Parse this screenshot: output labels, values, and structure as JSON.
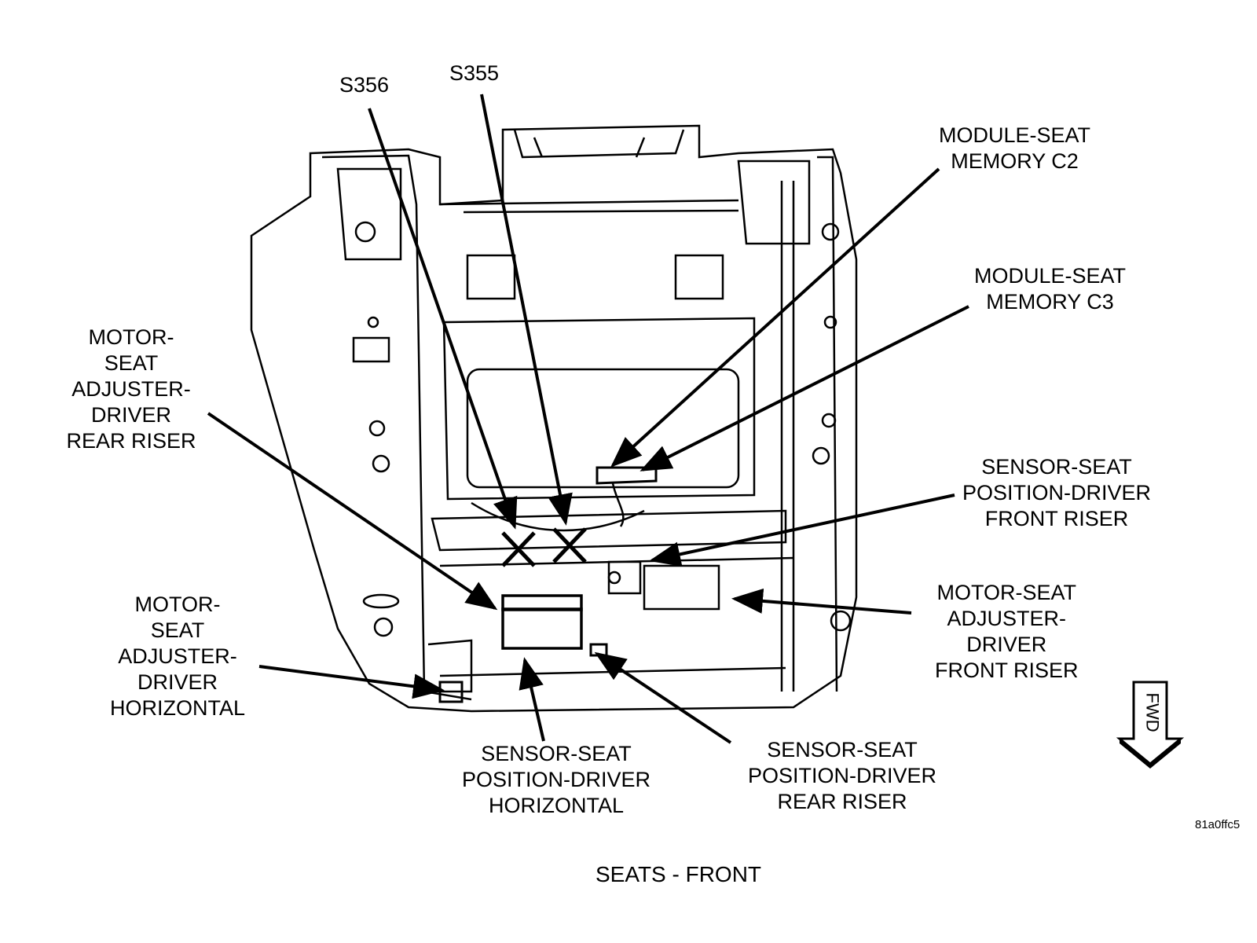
{
  "figure": {
    "caption": "SEATS - FRONT",
    "image_code": "81a0ffc5",
    "fwd_label": "FWD"
  },
  "callouts": {
    "s356": {
      "lines": [
        "S356"
      ]
    },
    "s355": {
      "lines": [
        "S355"
      ]
    },
    "module_c2": {
      "lines": [
        "MODULE-SEAT",
        "MEMORY C2"
      ]
    },
    "module_c3": {
      "lines": [
        "MODULE-SEAT",
        "MEMORY C3"
      ]
    },
    "motor_rear_riser": {
      "lines": [
        "MOTOR-",
        "SEAT",
        "ADJUSTER-",
        "DRIVER",
        "REAR RISER"
      ]
    },
    "sensor_front_riser": {
      "lines": [
        "SENSOR-SEAT",
        "POSITION-DRIVER",
        "FRONT RISER"
      ]
    },
    "motor_front_riser": {
      "lines": [
        "MOTOR-SEAT",
        "ADJUSTER-",
        "DRIVER",
        "FRONT RISER"
      ]
    },
    "motor_horizontal": {
      "lines": [
        "MOTOR-",
        "SEAT",
        "ADJUSTER-",
        "DRIVER",
        "HORIZONTAL"
      ]
    },
    "sensor_horizontal": {
      "lines": [
        "SENSOR-SEAT",
        "POSITION-DRIVER",
        "HORIZONTAL"
      ]
    },
    "sensor_rear_riser": {
      "lines": [
        "SENSOR-SEAT",
        "POSITION-DRIVER",
        "REAR RISER"
      ]
    }
  }
}
